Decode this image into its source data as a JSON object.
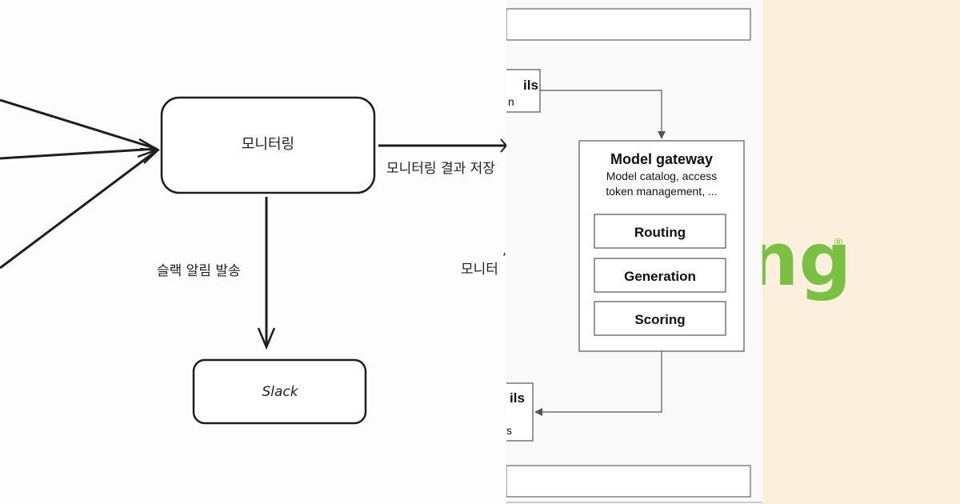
{
  "left_diagram": {
    "monitoring_label": "모니터링",
    "slack_label": "Slack",
    "edge_save_label": "모니터링 결과 저장",
    "edge_alert_label": "슬랙 알림 발송",
    "partial_db_label_line1": ",",
    "partial_db_label_line2": "모니터"
  },
  "middle_diagram": {
    "top_rail_label": "ils",
    "top_rail_sub": "n",
    "gateway_title": "Model gateway",
    "gateway_desc_line1": "Model catalog, access",
    "gateway_desc_line2": "token management, ...",
    "buttons": [
      "Routing",
      "Generation",
      "Scoring"
    ],
    "bottom_rail_label": "ils",
    "bottom_rail_sub": "s"
  },
  "right_panel": {
    "logo_fragment": "ng",
    "logo_mark": "®",
    "logo_color": "#7ac043",
    "background_color": "#fdefdd"
  }
}
